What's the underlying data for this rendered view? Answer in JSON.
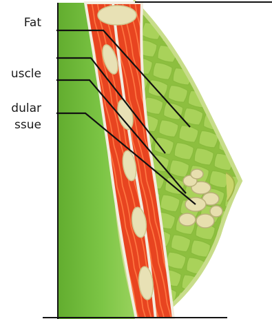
{
  "labels": {
    "fat": "Fat",
    "muscle": "uscle",
    "glandular_line1": "dular",
    "glandular_line2": "ssue"
  },
  "colors": {
    "chest_wall": "#79c143",
    "muscle": "#e8421e",
    "fat_lobule": "#a8cf52",
    "gland": "#e7dfae",
    "outline": "#111111"
  }
}
